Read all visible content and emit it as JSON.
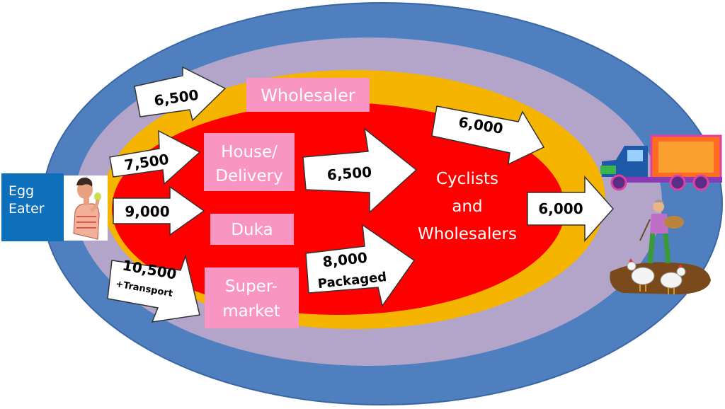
{
  "egg_eater": {
    "label": "Egg\nEater"
  },
  "boxes": {
    "wholesaler": "Wholesaler",
    "house_delivery_line1": "House/",
    "house_delivery_line2": "Delivery",
    "duka": "Duka",
    "supermarket_line1": "Super-",
    "supermarket_line2": "market"
  },
  "center": {
    "line1": "Cyclists",
    "line2": "and",
    "line3": "Wholesalers"
  },
  "arrows": {
    "to_wholesaler": "6,500",
    "to_house": "7,500",
    "to_duka": "9,000",
    "to_supermarket": "10,500",
    "to_supermarket_note": "+Transport",
    "house_to_center": "6,500",
    "super_to_center_value": "8,000",
    "super_to_center_note": "Packaged",
    "wholesaler_to_truck": "6,000",
    "center_to_farm": "6,000"
  },
  "colors": {
    "outer_ring": "#4f7fbf",
    "lilac_ring": "#b3a4c9",
    "yellow_ring": "#f5b400",
    "red_core": "#ff0000",
    "pink_box": "#f895c3",
    "egg_box": "#0e6fba"
  }
}
